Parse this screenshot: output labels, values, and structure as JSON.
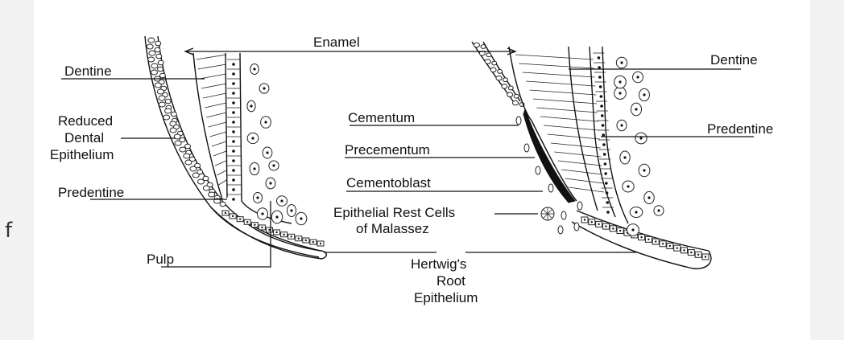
{
  "side_letter": "f",
  "labels": {
    "enamel": "Enamel",
    "dentine_left": "Dentine",
    "reduced_1": "Reduced",
    "reduced_2": "Dental",
    "reduced_3": "Epithelium",
    "predentine_left": "Predentine",
    "pulp": "Pulp",
    "cementum": "Cementum",
    "precementum": "Precementum",
    "cementoblast": "Cementoblast",
    "rest_1": "Epithelial Rest Cells",
    "rest_2": "of Malassez",
    "hertwig_1": "Hertwig's",
    "hertwig_2": "Root",
    "hertwig_3": "Epithelium",
    "dentine_right": "Dentine",
    "predentine_right": "Predentine"
  }
}
